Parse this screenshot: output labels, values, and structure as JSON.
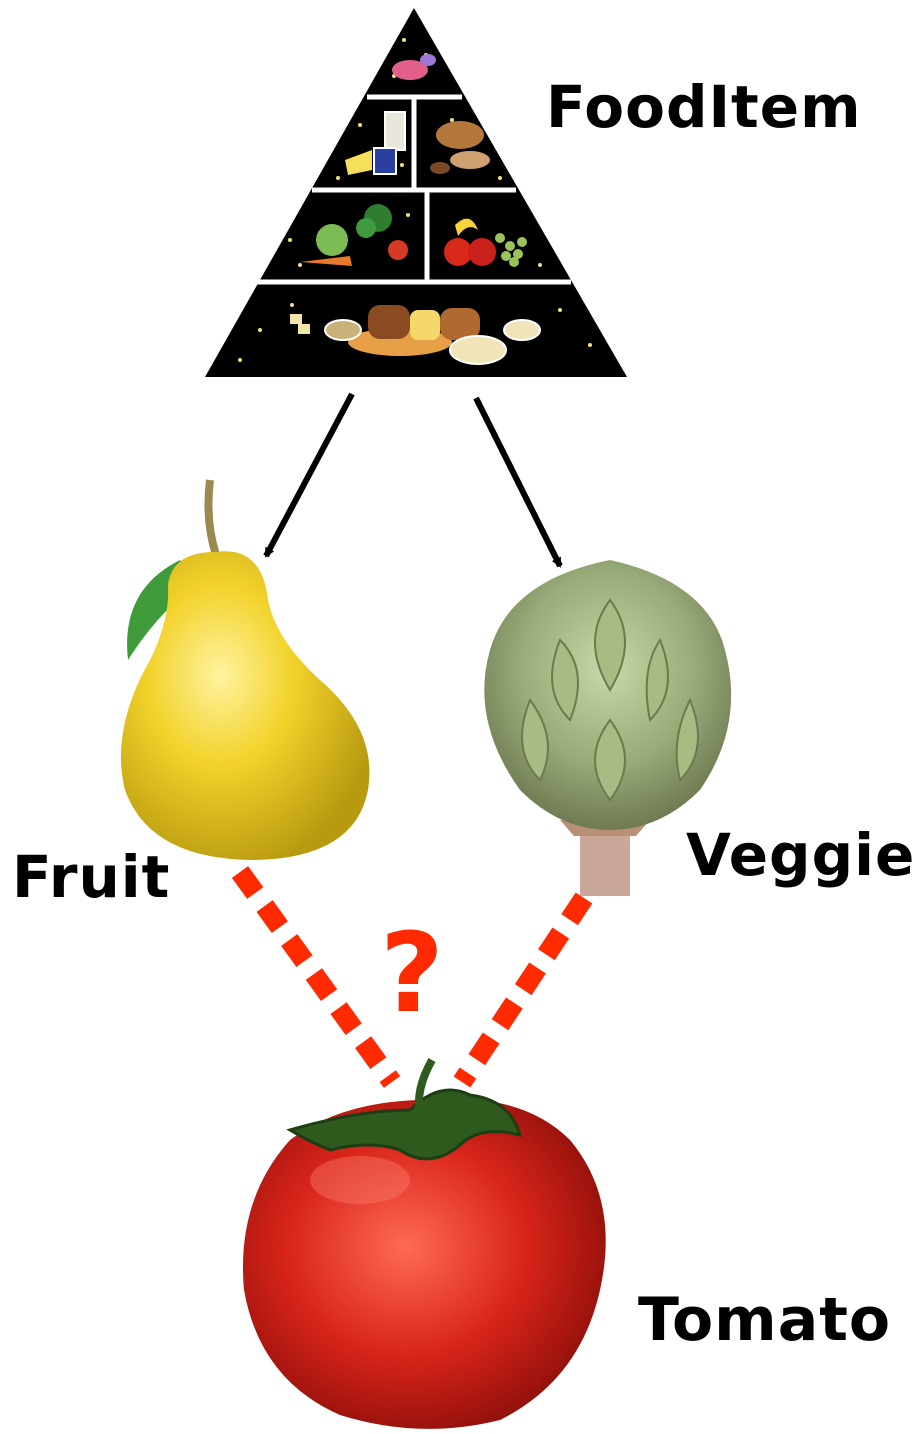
{
  "labels": {
    "parent": "FoodItem",
    "left_child": "Fruit",
    "right_child": "Veggie",
    "instance": "Tomato",
    "question": "?"
  },
  "colors": {
    "text": "#000000",
    "question": "#ff2a00",
    "dashed_links": "#ff2a00",
    "arrows": "#000000",
    "pyramid_bg": "#000000"
  },
  "images": {
    "parent": "food-pyramid-illustration",
    "left_child": "yellow-pear-photo",
    "right_child": "artichoke-photo",
    "instance": "red-tomato-photo"
  }
}
